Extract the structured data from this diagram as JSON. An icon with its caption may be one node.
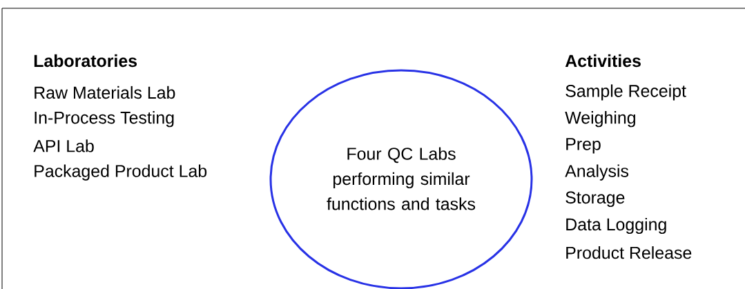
{
  "diagram": {
    "nodes": [
      {
        "text": [
          "Four QC Labs performing similar functions and tasks"
        ]
      }
    ],
    "labels": [
      "Laboratories",
      "Raw Materials Lab",
      "In-Process Testing",
      "API Lab",
      "Packaged Product Lab",
      "Activities",
      "Sample Receipt",
      "Weighing",
      "Prep",
      "Analysis",
      "Storage",
      "Data Logging",
      "Product Release"
    ]
  }
}
